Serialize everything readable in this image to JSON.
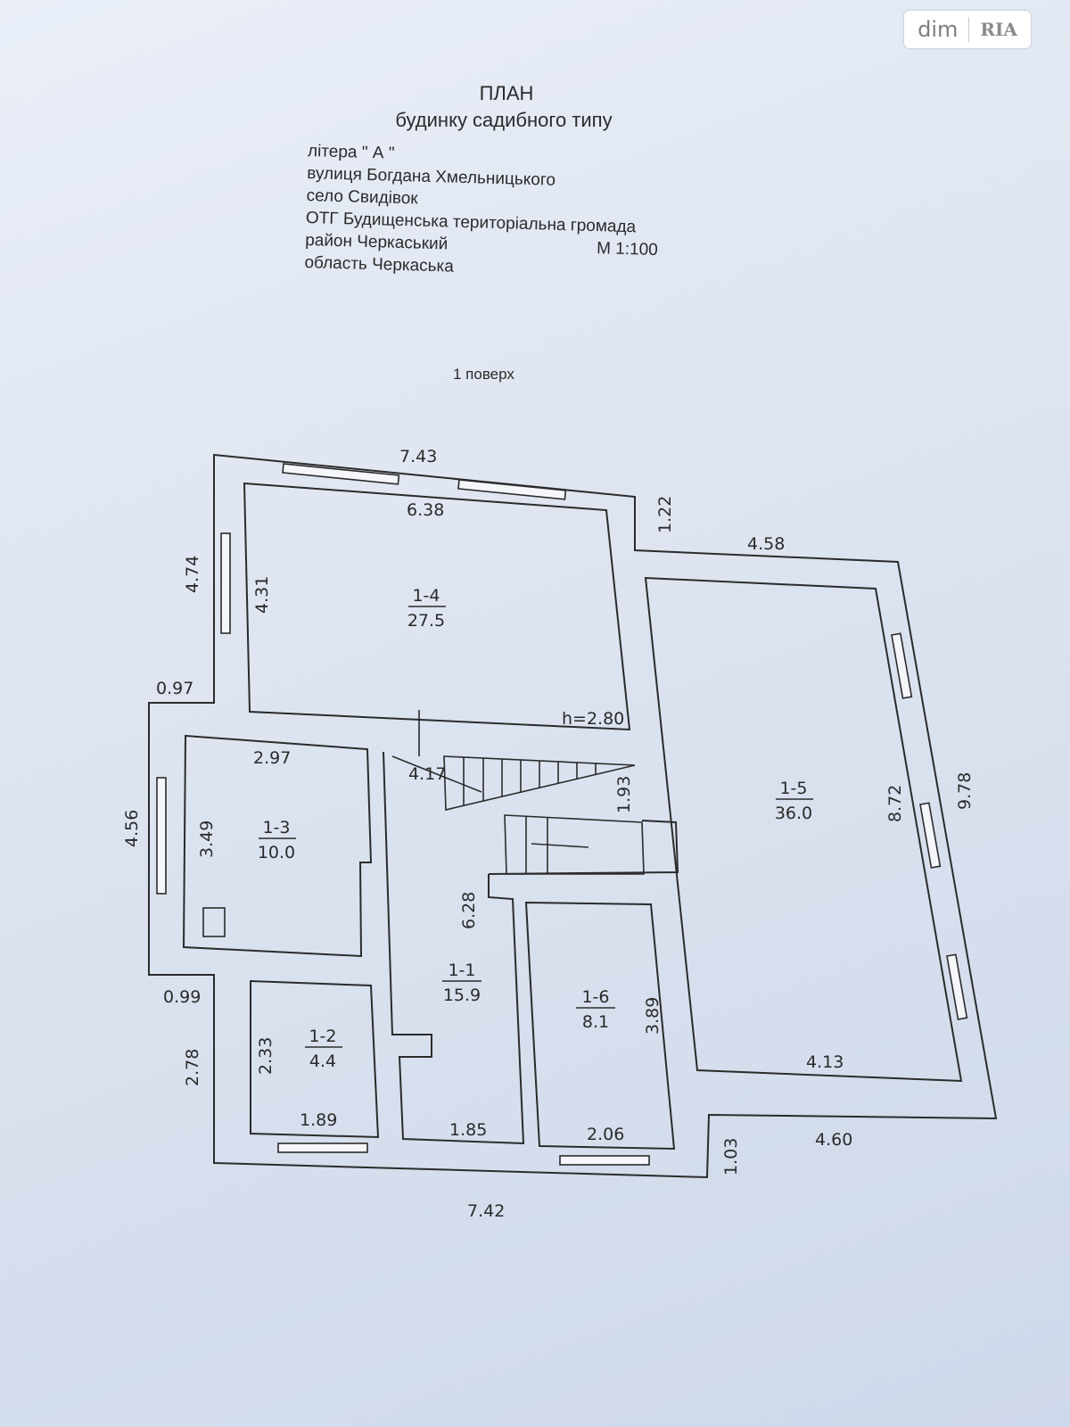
{
  "title": "ПЛАН",
  "subtitle": "будинку садибного типу",
  "info": {
    "litera": "літера \" А \"",
    "street": "вулиця  Богдана Хмельницького",
    "village": "село  Свидівок",
    "otg": "ОТГ Будищенська територіальна громада",
    "district": "район    Черкаський",
    "scale": "М 1:100",
    "oblast": "область Черкаська"
  },
  "floor_label": "1  поверх",
  "height_label": "h=2.80",
  "rooms": [
    {
      "id": "1-1",
      "area": "15.9"
    },
    {
      "id": "1-2",
      "area": "4.4"
    },
    {
      "id": "1-3",
      "area": "10.0"
    },
    {
      "id": "1-4",
      "area": "27.5"
    },
    {
      "id": "1-5",
      "area": "36.0"
    },
    {
      "id": "1-6",
      "area": "8.1"
    }
  ],
  "dimensions": {
    "top_outer": "7.43",
    "top_inner_1_4": "6.38",
    "step_1_22": "1.22",
    "top_1_5": "4.58",
    "left_4_74": "4.74",
    "inner_4_31": "4.31",
    "left_0_97": "0.97",
    "w_2_97": "2.97",
    "stair_4_17": "4.17",
    "stair_1_93": "1.93",
    "left_4_56": "4.56",
    "h_3_49": "3.49",
    "corr_6_28": "6.28",
    "right_8_72": "8.72",
    "right_9_78": "9.78",
    "left_0_99": "0.99",
    "left_2_78": "2.78",
    "h_2_33": "2.33",
    "w_1_89": "1.89",
    "w_1_85": "1.85",
    "h_3_89": "3.89",
    "w_2_06": "2.06",
    "w_4_13": "4.13",
    "w_4_60": "4.60",
    "h_1_03": "1.03",
    "bottom_7_42": "7.42"
  },
  "watermark": {
    "brand": "dim",
    "partner": "RIA"
  }
}
